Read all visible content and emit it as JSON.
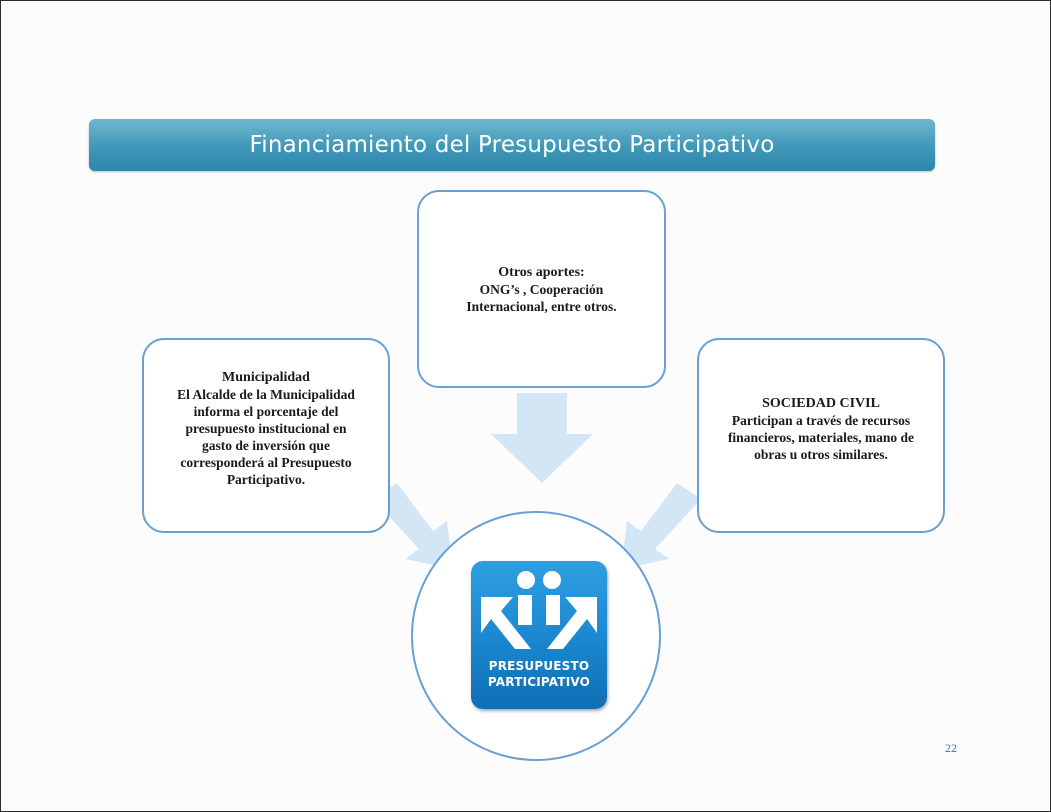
{
  "title": "Financiamiento del Presupuesto Participativo",
  "boxes": {
    "top": {
      "heading": "Otros aportes:",
      "text": "ONG’s , Cooperación\nInternacional, entre otros."
    },
    "left": {
      "heading": "Municipalidad",
      "text": "El Alcalde  de la Municipalidad\ninforma el porcentaje del\npresupuesto institucional en\ngasto de inversión que\ncorresponderá al Presupuesto\nParticipativo."
    },
    "right": {
      "heading": "SOCIEDAD CIVIL",
      "text": "Participan a través de recursos\nfinancieros, materiales, mano de\nobras u otros similares."
    }
  },
  "logo": {
    "line1": "PRESUPUESTO",
    "line2": "PARTICIPATIVO"
  },
  "page_number": "22",
  "colors": {
    "banner": "#3f98b8",
    "border": "#6a9fd4",
    "arrow": "#d3e6f6",
    "logo": "#1a86cf"
  }
}
